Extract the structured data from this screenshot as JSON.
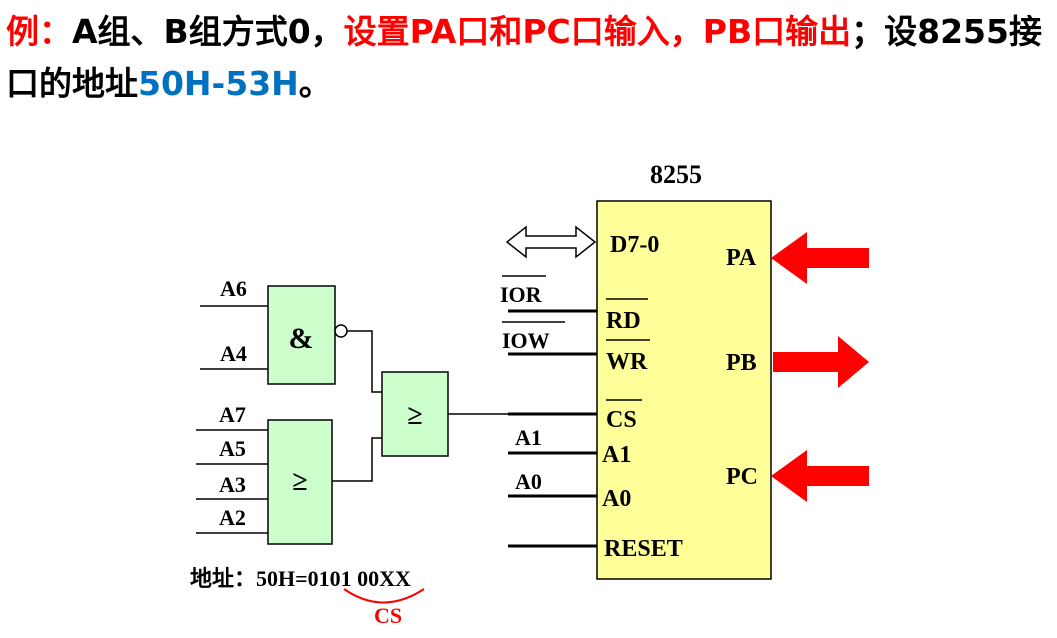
{
  "header": {
    "prefix": "例：",
    "mode": "A组、B组方式0，",
    "io_setting": "设置PA口和PC口输入，PB口输出",
    "sep": "；",
    "addr_intro": "设8255接口的地址",
    "addr_range": "50H-53H",
    "end": "。"
  },
  "chip": {
    "name": "8255",
    "pins_left": {
      "data": "D7-0",
      "rd": "RD",
      "wr": "WR",
      "cs": "CS",
      "a1": "A1",
      "a0": "A0",
      "reset": "RESET"
    },
    "ports": {
      "pa": "PA",
      "pb": "PB",
      "pc": "PC"
    }
  },
  "signals": {
    "ior": "IOR",
    "iow": "IOW",
    "a1": "A1",
    "a0": "A0"
  },
  "gates": {
    "and_symbol": "&",
    "or_symbol": "≥",
    "or2_symbol": "≥"
  },
  "address_lines": {
    "a6": "A6",
    "a4": "A4",
    "a7": "A7",
    "a5": "A5",
    "a3": "A3",
    "a2": "A2"
  },
  "note": {
    "text": "地址：50H=0101 00XX",
    "cs_label": "CS"
  },
  "colors": {
    "gate_fill": "#ccffcc",
    "chip_fill": "#ffff99",
    "arrow": "#ff0000",
    "highlight_red": "#ff0000",
    "highlight_blue": "#0070c0"
  }
}
